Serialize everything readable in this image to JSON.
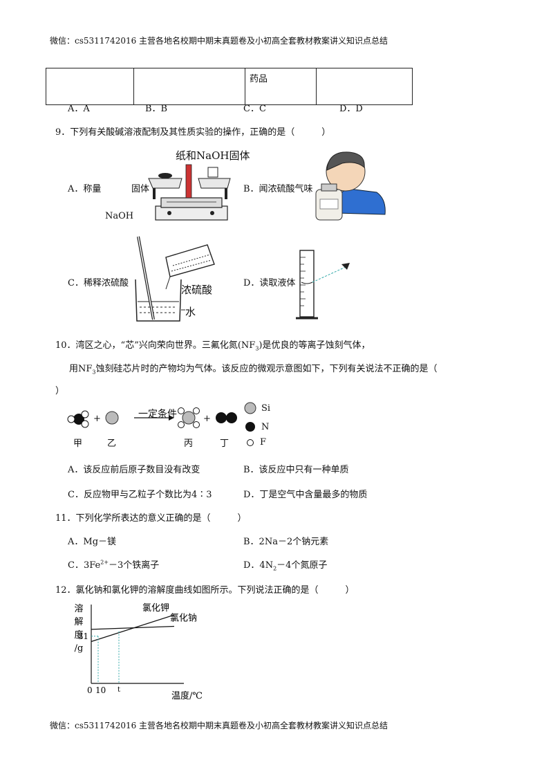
{
  "header": {
    "text": "微信：cs5311742016 主营各地名校期中期末真题卷及小初高全套教材教案讲义知识点总结"
  },
  "footer": {
    "text": "微信：cs5311742016 主营各地名校期中期末真题卷及小初高全套教材教案讲义知识点总结"
  },
  "table_top": {
    "cells": [
      "",
      "",
      "药品",
      ""
    ]
  },
  "q8": {
    "options": [
      "A．A",
      "B．B",
      "C．C",
      "D．D"
    ]
  },
  "q9": {
    "stem": "9．下列有关酸碱溶液配制及其性质实验的操作，正确的是（　　　）",
    "a_prefix": "A．称量",
    "a_suffix": "固体",
    "a_naoh": "NaOH",
    "a_label": "纸和NaOH固体",
    "b_text": "B．闻浓硫酸气味",
    "c_text": "C．稀释浓硫酸",
    "c_acid": "浓硫酸",
    "c_water": "水",
    "d_text": "D．读取液体"
  },
  "q10": {
    "stem1": "10．湾区之心，“芯”兴向荣向世界。三氟化氮(NF",
    "stem1_sub": "3",
    "stem1_end": ")是优良的等离子蚀刻气体，",
    "stem2_a": "用NF",
    "stem2_sub": "3",
    "stem2_b": "蚀刻硅芯片时的产物均为气体。该反应的微观示意图如下，下列有关说法不正确的是（",
    "stem3": "）",
    "cond": "一定条件",
    "labels": [
      "甲",
      "乙",
      "丙",
      "丁"
    ],
    "legend": [
      "Si",
      "N",
      "F"
    ],
    "plus": "+",
    "options": [
      "A．该反应前后原子数目没有改变",
      "B．该反应中只有一种单质",
      "C．反应物甲与乙粒子个数比为4∶3",
      "D．丁是空气中含量最多的物质"
    ]
  },
  "q11": {
    "stem": "11．下列化学所表达的意义正确的是（　　　）",
    "a": "A．Mg－镁",
    "b": "B．2Na－2个钠元素",
    "c_pre": "C．3Fe",
    "c_sup": "2+",
    "c_post": "－3个铁离子",
    "d_pre": "D．4N",
    "d_sub": "2",
    "d_post": "－4个氮原子"
  },
  "q12": {
    "stem": "12．氯化钠和氯化钾的溶解度曲线如图所示。下列说法正确的是（　　　）"
  },
  "chart_data": {
    "type": "line",
    "ylabel": "溶解度/g",
    "xlabel": "温度/℃",
    "x_ticks": [
      "0",
      "10",
      "t"
    ],
    "y_ticks": [
      "31"
    ],
    "series": [
      {
        "name": "氯化钾",
        "points": [
          [
            0,
            27.5
          ],
          [
            60,
            45
          ]
        ]
      },
      {
        "name": "氯化钠",
        "points": [
          [
            0,
            35.5
          ],
          [
            60,
            37.5
          ]
        ]
      }
    ]
  }
}
